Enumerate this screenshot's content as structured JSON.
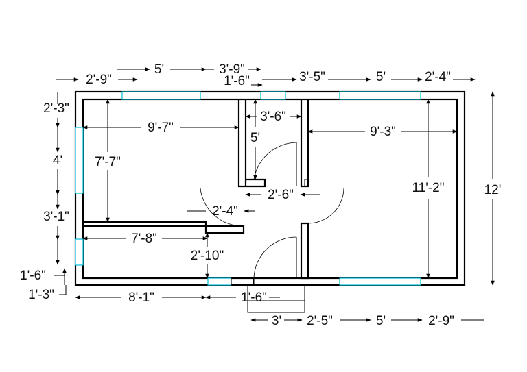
{
  "colors": {
    "wall": "#000000",
    "window": "#00bcd4",
    "background": "#ffffff"
  },
  "top_dims": {
    "a": "5'",
    "b": "3'-9\"",
    "c": "2'-9\"",
    "d": "1'-6\"",
    "e": "3'-5\"",
    "f": "5'",
    "g": "2'-4\""
  },
  "left_dims": {
    "a": "2'-3\"",
    "b": "4'",
    "c": "3'-1\"",
    "d": "1'-6\"",
    "e": "1'-3\""
  },
  "right_dims": {
    "overall": "12'"
  },
  "bottom_dims": {
    "a": "8'-1\"",
    "b": "1'-6\"",
    "c": "3'",
    "d": "2'-5\"",
    "e": "5'",
    "f": "2'-9\""
  },
  "interior_dims": {
    "room1_width": "9'-7\"",
    "room1_depth": "7'-7\"",
    "bath_width": "3'-6\"",
    "bath_depth": "5'",
    "room2_width": "9'-3\"",
    "room2_depth": "11'-2\"",
    "door_width": "2'-6\"",
    "hall_width": "2'-4\"",
    "kitchen_width": "7'-8\"",
    "kitchen_depth": "2'-10\""
  }
}
